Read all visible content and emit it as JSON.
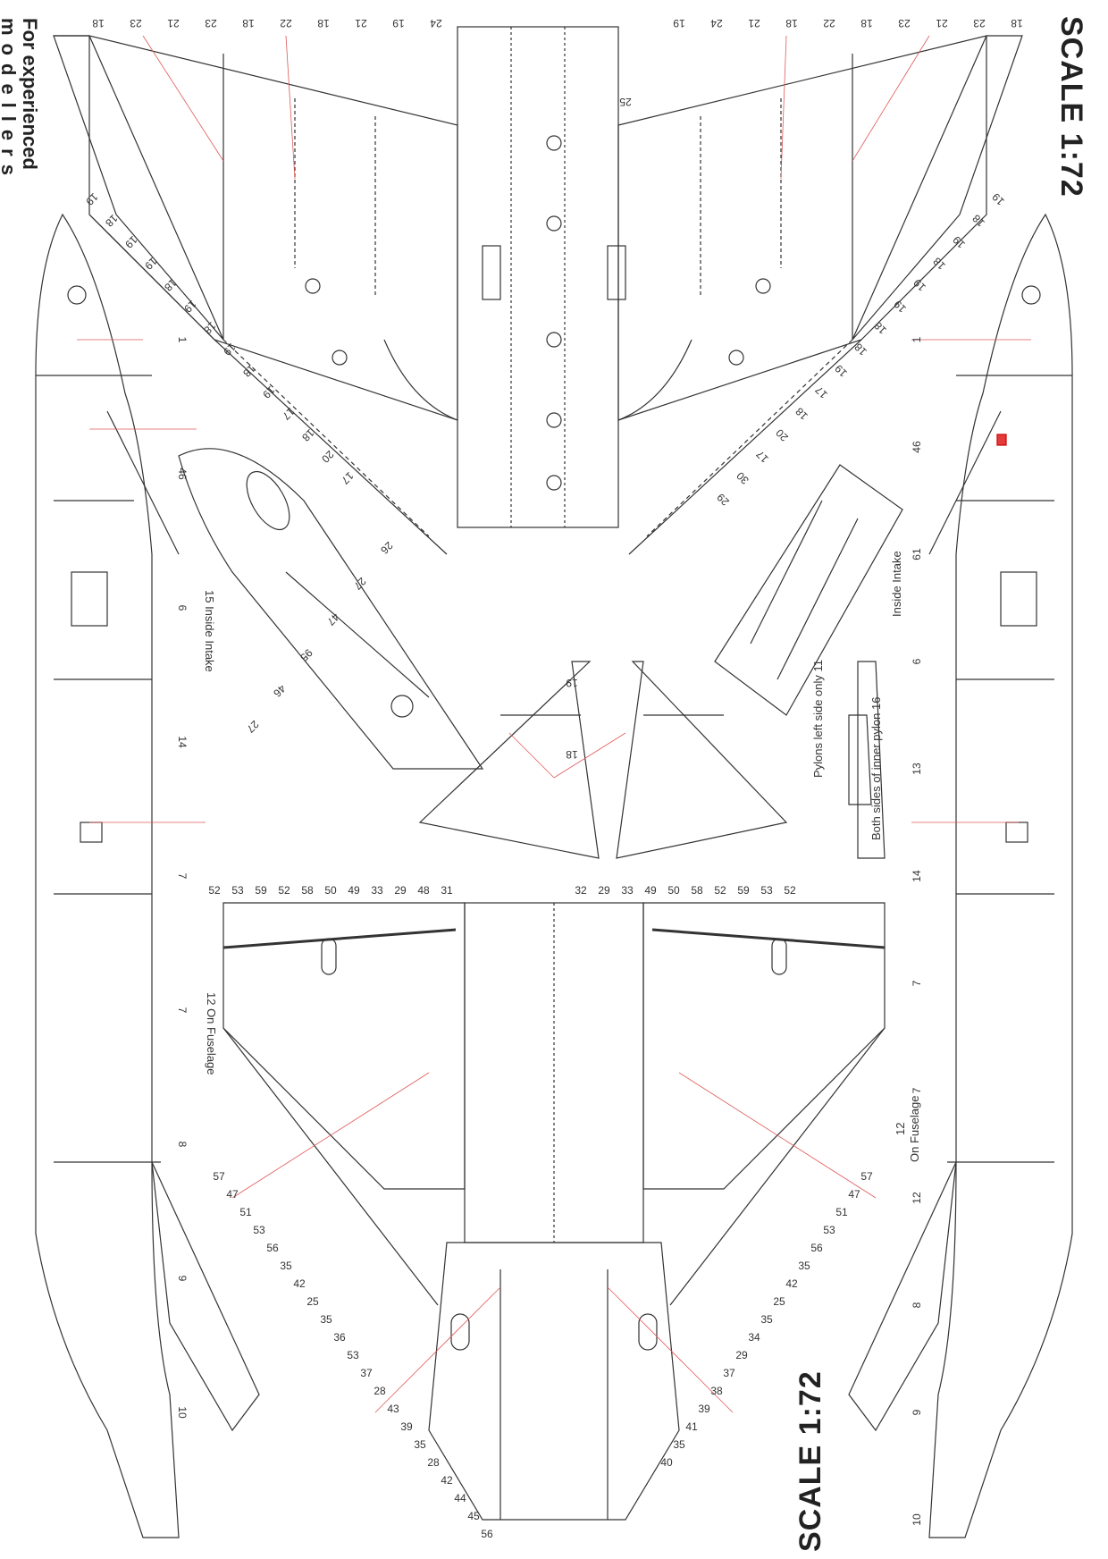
{
  "sheet": {
    "scale_top": "SCALE 1:72",
    "scale_bottom": "SCALE 1:72",
    "caption_line1": "For experienced",
    "caption_line2": "modellers"
  },
  "notes": {
    "inside_intake_left": "15 Inside Intake",
    "inside_intake_right": "Inside Intake",
    "on_fuselage_left": "12 On Fuselage",
    "on_fuselage_right_num": "12",
    "on_fuselage_right": "On Fuselage",
    "pylons_left": "Pylons left side only 11",
    "pylons_inner": "Both sides of inner pylon 16"
  },
  "callouts": {
    "top_wing_left": [
      "18",
      "23",
      "21",
      "23",
      "18",
      "22",
      "18",
      "21",
      "19",
      "24"
    ],
    "top_wing_right": [
      "19",
      "24",
      "21",
      "18",
      "22",
      "18",
      "23",
      "21",
      "23",
      "18"
    ],
    "top_centre": "25",
    "side_left": [
      "1",
      "46",
      "6",
      "14",
      "7",
      "7",
      "8",
      "9",
      "10"
    ],
    "side_right": [
      "1",
      "46",
      "61",
      "6",
      "13",
      "14",
      "7",
      "7",
      "12",
      "8",
      "9",
      "10"
    ],
    "canopy": [
      "26",
      "27",
      "47",
      "95",
      "46",
      "27"
    ],
    "wing_small": [
      "19",
      "18"
    ],
    "underside_top_left": [
      "52",
      "53",
      "59",
      "52",
      "58",
      "50",
      "49",
      "33",
      "29",
      "48",
      "31"
    ],
    "underside_top_right": [
      "32",
      "29",
      "33",
      "49",
      "50",
      "58",
      "52",
      "59",
      "53",
      "52"
    ],
    "underside_lower_left": [
      "57",
      "47",
      "51",
      "53",
      "56",
      "35",
      "42",
      "25",
      "35",
      "36",
      "53",
      "37",
      "28",
      "43",
      "39",
      "35",
      "28",
      "42",
      "44",
      "45",
      "56"
    ],
    "underside_lower_right": [
      "57",
      "47",
      "51",
      "53",
      "56",
      "35",
      "42",
      "25",
      "35",
      "34",
      "29",
      "37",
      "38",
      "39",
      "41",
      "35",
      "40"
    ],
    "left_wing_leading": [
      "19",
      "18",
      "19",
      "19",
      "18",
      "19",
      "18",
      "19",
      "18",
      "19",
      "17",
      "18",
      "20",
      "17"
    ],
    "right_wing_leading": [
      "19",
      "18",
      "19",
      "18",
      "19",
      "19",
      "18",
      "18",
      "19",
      "17",
      "18",
      "20",
      "17",
      "30",
      "29"
    ]
  }
}
